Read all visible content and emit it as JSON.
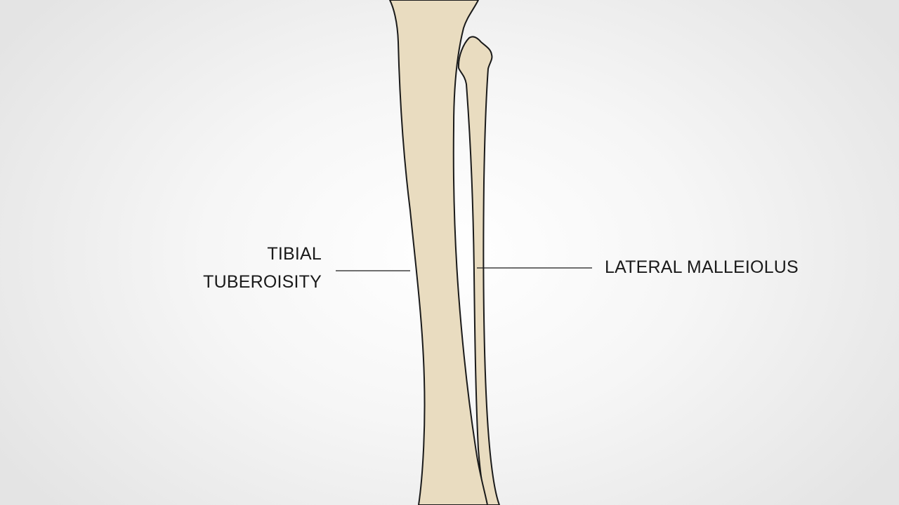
{
  "labels": {
    "tibial_tuberosity": {
      "line1": "TIBIAL",
      "line2": "TUBEROISITY"
    },
    "lateral_malleolus": {
      "text": "LATERAL MALLEIOLUS"
    }
  },
  "colors": {
    "bone_fill": "#e9dcc0",
    "outline": "#1a1a1a",
    "text": "#1a1a1a",
    "background_center": "#ffffff",
    "background_edge": "#e4e4e4"
  }
}
